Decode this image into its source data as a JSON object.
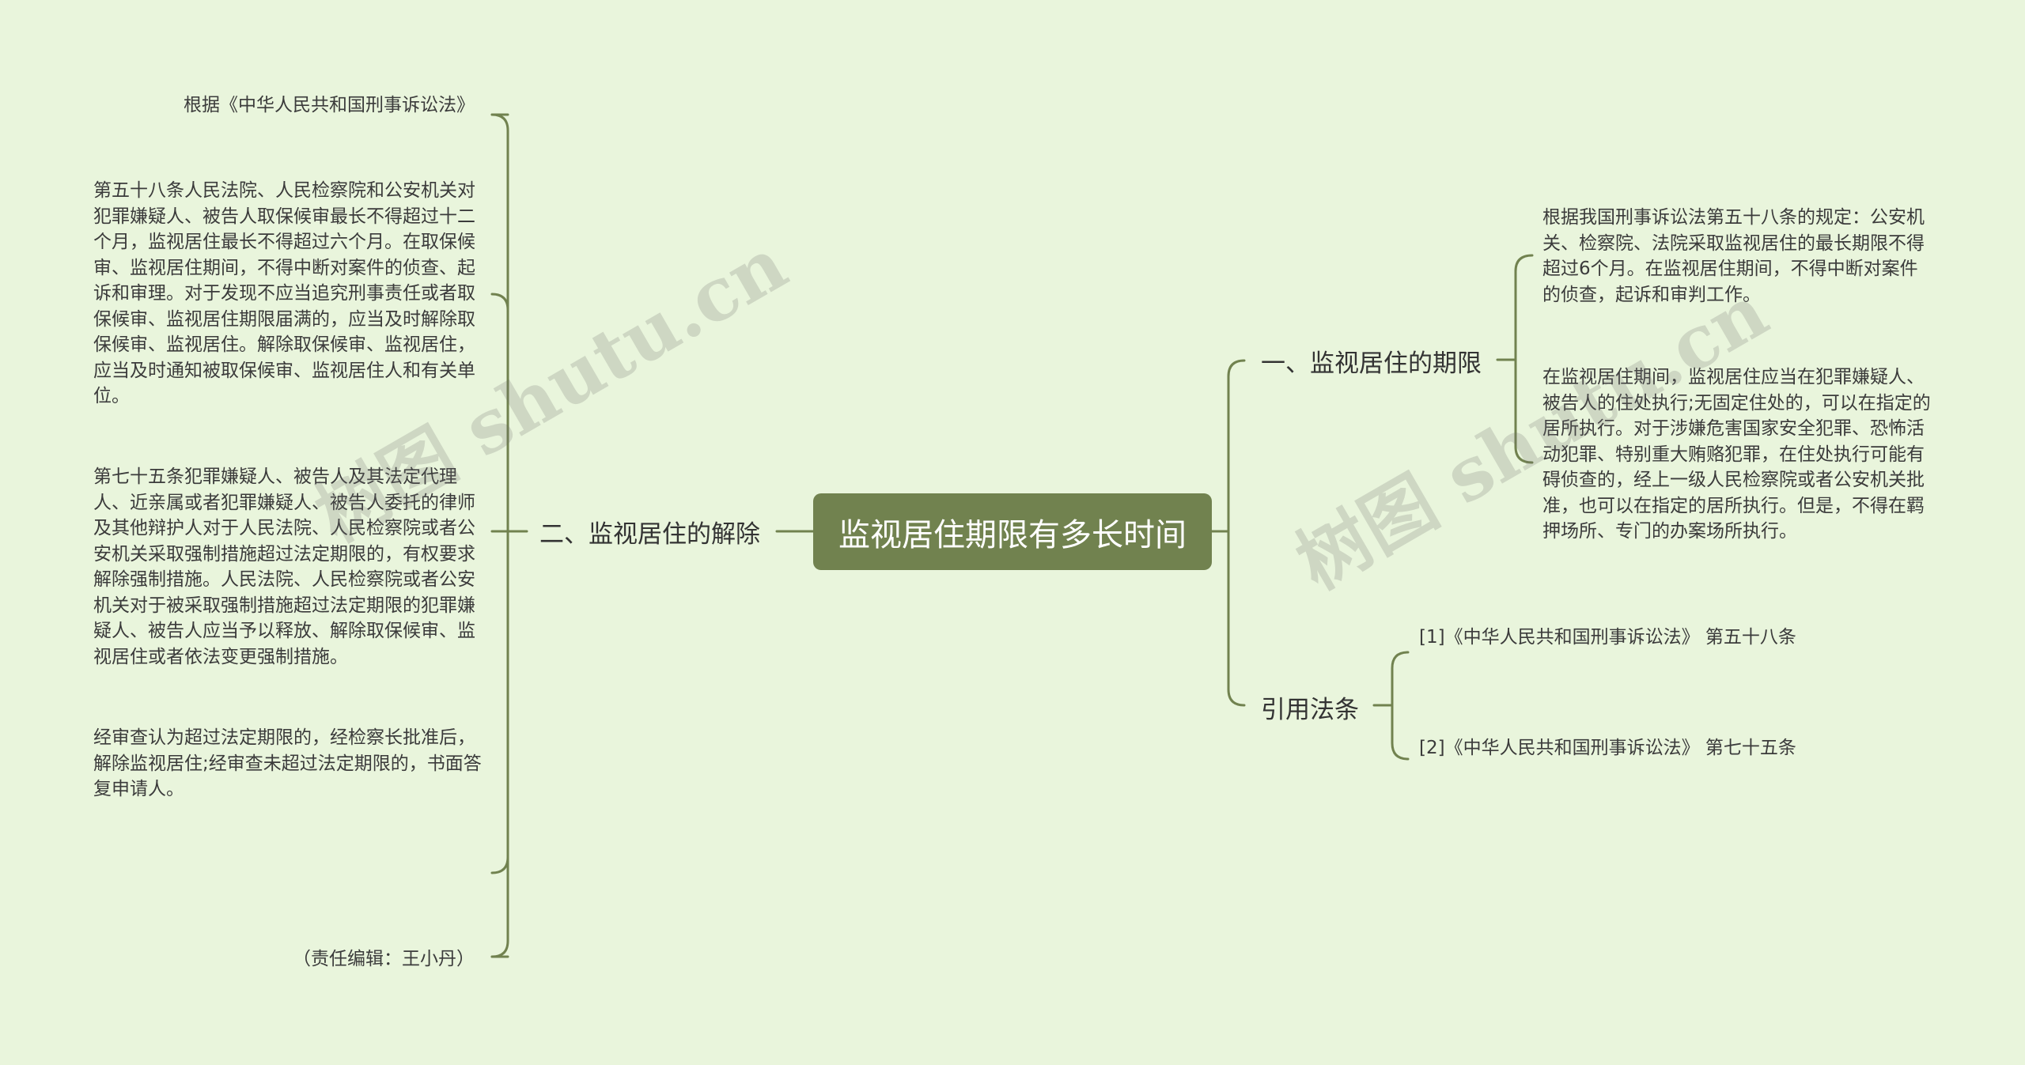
{
  "root": {
    "title": "监视居住期限有多长时间"
  },
  "left_branch": {
    "label": "二、监视居住的解除",
    "leaves": [
      "根据《中华人民共和国刑事诉讼法》",
      "第五十八条人民法院、人民检察院和公安机关对犯罪嫌疑人、被告人取保候审最长不得超过十二个月，监视居住最长不得超过六个月。在取保候审、监视居住期间，不得中断对案件的侦查、起诉和审理。对于发现不应当追究刑事责任或者取保候审、监视居住期限届满的，应当及时解除取保候审、监视居住。解除取保候审、监视居住，应当及时通知被取保候审、监视居住人和有关单位。",
      "第七十五条犯罪嫌疑人、被告人及其法定代理人、近亲属或者犯罪嫌疑人、被告人委托的律师及其他辩护人对于人民法院、人民检察院或者公安机关采取强制措施超过法定期限的，有权要求解除强制措施。人民法院、人民检察院或者公安机关对于被采取强制措施超过法定期限的犯罪嫌疑人、被告人应当予以释放、解除取保候审、监视居住或者依法变更强制措施。",
      "经审查认为超过法定期限的，经检察长批准后，解除监视居住;经审查未超过法定期限的，书面答复申请人。",
      "（责任编辑：王小丹）"
    ]
  },
  "right_branch_1": {
    "label": "一、监视居住的期限",
    "leaves": [
      "根据我国刑事诉讼法第五十八条的规定：公安机关、检察院、法院采取监视居住的最长期限不得超过6个月。在监视居住期间，不得中断对案件的侦查，起诉和审判工作。",
      "在监视居住期间，监视居住应当在犯罪嫌疑人、被告人的住处执行;无固定住处的，可以在指定的居所执行。对于涉嫌危害国家安全犯罪、恐怖活动犯罪、特别重大贿赂犯罪，在住处执行可能有碍侦查的，经上一级人民检察院或者公安机关批准，也可以在指定的居所执行。但是，不得在羁押场所、专门的办案场所执行。"
    ]
  },
  "right_branch_2": {
    "label": "引用法条",
    "leaves": [
      "[1]《中华人民共和国刑事诉讼法》 第五十八条",
      "[2]《中华人民共和国刑事诉讼法》 第七十五条"
    ]
  },
  "watermark": "树图 shutu.cn",
  "colors": {
    "background": "#e9f5dc",
    "root_fill": "#71824f",
    "line": "#71824f"
  }
}
